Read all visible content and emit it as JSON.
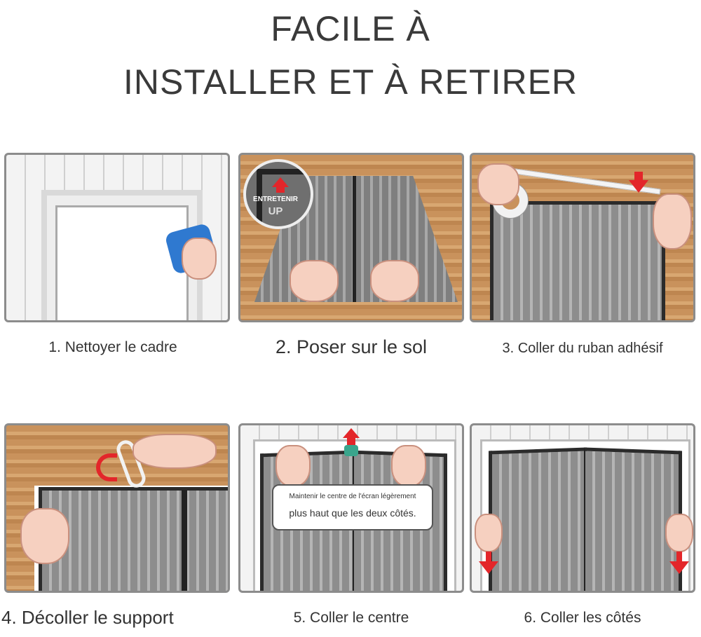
{
  "title": {
    "line1": "FACILE À",
    "line2": "INSTALLER ET À RETIRER"
  },
  "steps": [
    {
      "label": "1. Nettoyer le cadre"
    },
    {
      "label": "2. Poser sur le sol",
      "badge_line1": "ENTRETENIR",
      "badge_line2": "UP"
    },
    {
      "label": "3. Coller du ruban adhésif"
    },
    {
      "label": "4. Décoller le support"
    },
    {
      "label": "5. Coller le centre",
      "callout_line1": "Maintenir le centre de l'écran légèrement",
      "callout_line2": "plus haut que les deux côtés."
    },
    {
      "label": "6. Coller les côtés"
    }
  ],
  "colors": {
    "accent": "#e3262a",
    "sponge": "#2f79d0"
  }
}
